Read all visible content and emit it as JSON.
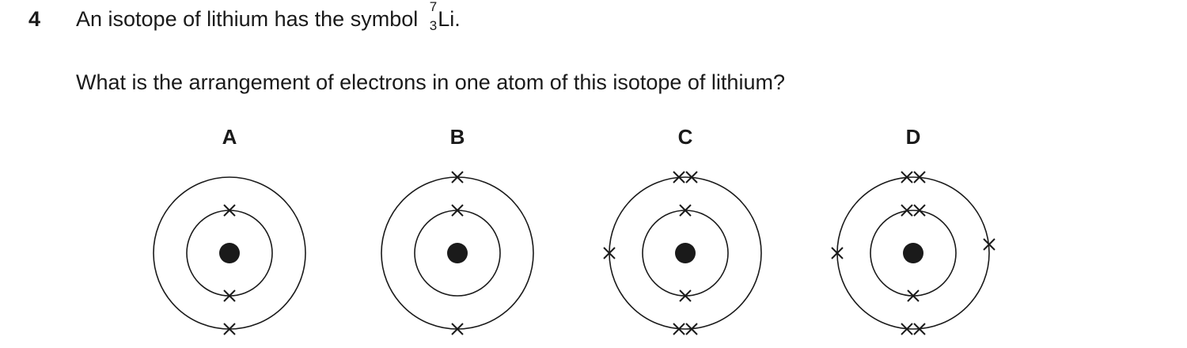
{
  "question": {
    "number": "4",
    "intro": "An isotope of lithium has the symbol",
    "symbol": {
      "mass_number": "7",
      "atomic_number": "3",
      "element": "Li",
      "after": "."
    },
    "prompt": "What is the arrangement of electrons in one atom of this isotope of lithium?"
  },
  "options": [
    {
      "label": "A",
      "shells": [
        {
          "electrons": 2
        },
        {
          "electrons": 1
        }
      ]
    },
    {
      "label": "B",
      "shells": [
        {
          "electrons": 1
        },
        {
          "electrons": 2
        }
      ]
    },
    {
      "label": "C",
      "shells": [
        {
          "electrons": 2
        },
        {
          "electrons": 5
        }
      ]
    },
    {
      "label": "D",
      "shells": [
        {
          "electrons": 3
        },
        {
          "electrons": 6
        }
      ]
    }
  ],
  "colors": {
    "ink": "#1a1a1a",
    "background": "#ffffff"
  }
}
